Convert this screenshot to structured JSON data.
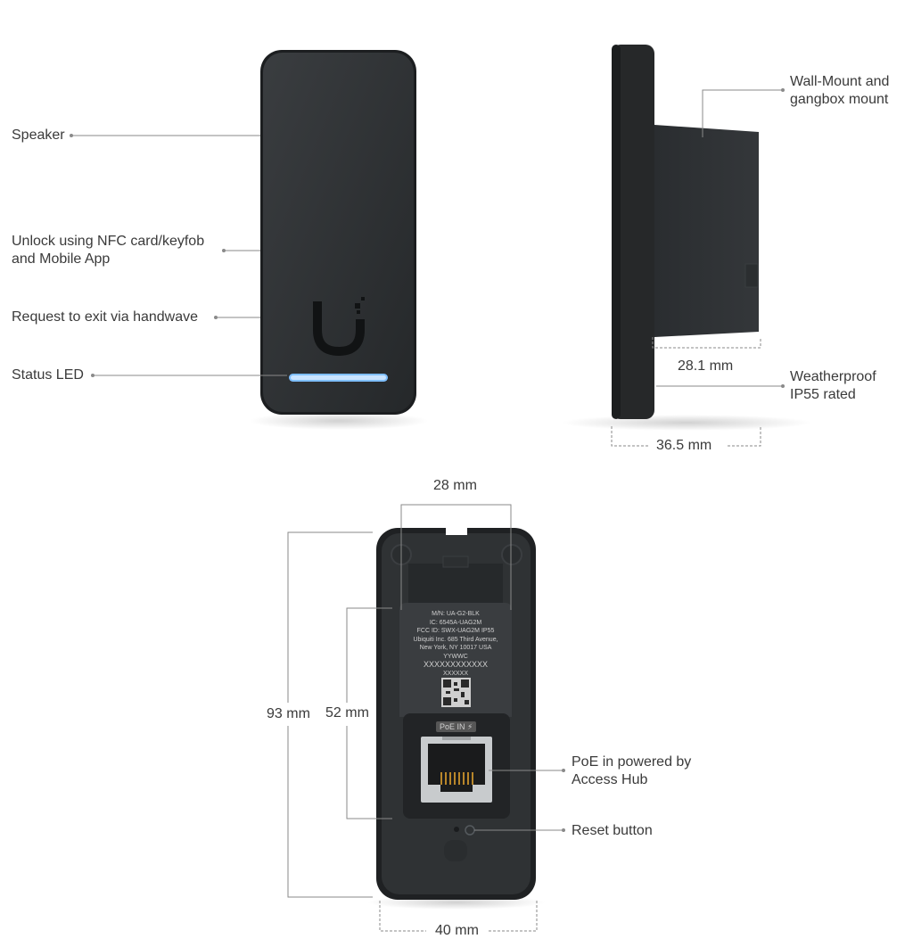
{
  "front_callouts": {
    "speaker": "Speaker",
    "unlock_line1": "Unlock using NFC card/keyfob",
    "unlock_line2": "and Mobile App",
    "request_exit": "Request to exit via handwave",
    "status_led": "Status LED"
  },
  "side_callouts": {
    "wall_mount_line1": "Wall-Mount and",
    "wall_mount_line2": "gangbox mount",
    "weather_line1": "Weatherproof",
    "weather_line2": "IP55 rated",
    "depth_body": "28.1 mm",
    "depth_total": "36.5 mm"
  },
  "back_callouts": {
    "width_top": "28 mm",
    "height_total": "93 mm",
    "height_inner": "52 mm",
    "width_bottom": "40 mm",
    "poe_line1": "PoE in powered by",
    "poe_line2": "Access Hub",
    "reset": "Reset button"
  },
  "device_label": {
    "model": "M/N: UA-G2-BLK",
    "ic": "IC: 6545A-UAG2M",
    "fcc": "FCC ID: SWX-UAG2M    IP55",
    "company": "Ubiquiti Inc. 685 Third Avenue,",
    "city": "New York, NY 10017 USA",
    "date_code": "YYWWC",
    "serial": "XXXXXXXXXXXX",
    "code": "XXXXXX",
    "port": "PoE IN"
  },
  "colors": {
    "device": "#2e3133",
    "device_edge": "#1f2123",
    "led": "#6fb4ff",
    "line": "#8a8a8a"
  }
}
